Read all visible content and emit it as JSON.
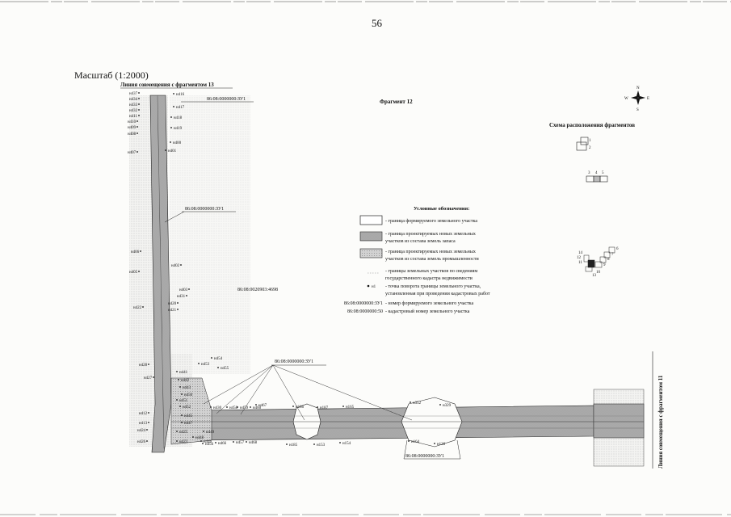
{
  "page_number": "56",
  "scale_label": "Масштаб (1:2000)",
  "fragment_title": "Фрагмент 12",
  "join_top": "Линия совмещения с фрагментом 13",
  "join_right": "Линия совмещения с фрагментом 11",
  "compass": {
    "n": "N",
    "s": "S",
    "e": "E",
    "w": "W"
  },
  "scheme": {
    "title": "Схема расположения фрагментов",
    "group1": [
      "1",
      "2"
    ],
    "group2": [
      "3",
      "4",
      "5"
    ],
    "group3": [
      "6",
      "7",
      "8",
      "9",
      "10",
      "11",
      "12",
      "13",
      "14"
    ]
  },
  "legend": {
    "title": "Условные обозначения:",
    "items": [
      {
        "key": "formed",
        "lines": [
          "- граница формируемого земельного участка"
        ]
      },
      {
        "key": "reserve",
        "lines": [
          "- граница проектируемых новых земельных",
          "участков из состава земель запаса"
        ]
      },
      {
        "key": "industry",
        "lines": [
          "- граница проектируемых новых земельных",
          "участков из состава земель промышленности"
        ]
      },
      {
        "key": "registry",
        "lines": [
          "- границы земельных участков по сведениям",
          "государственного кадастра недвижимости"
        ]
      },
      {
        "key": "point",
        "sample": "н1",
        "lines": [
          "- точка поворота границы земельного участка,",
          "установленная при проведении кадастровых работ"
        ]
      },
      {
        "key": "number",
        "sample": "86:08:0000000:ЗУ1",
        "lines": [
          "- номер формируемого земельного участка"
        ]
      },
      {
        "key": "cadnum",
        "sample": "86:08:0000000:50",
        "lines": [
          "- кадастровый номер земельного участка"
        ]
      }
    ]
  },
  "parcels": {
    "zu1_top": "86:08:0000000:ЗУ1",
    "zu1_mid": "86:08:0000000:ЗУ1",
    "zu1_right": "86:08:0000000:ЗУ1",
    "zu1_bottom": "86:08:0000000:ЗУ1",
    "cad_4698": "86:08:0020903:4698"
  },
  "points": {
    "top_left": [
      "н437",
      "н434",
      "н433",
      "н432",
      "н411",
      "н410",
      "н409",
      "н408",
      "н407"
    ],
    "top_right": [
      "н416",
      "н417",
      "н418",
      "н419",
      "н400",
      "н401"
    ],
    "mid": [
      "н406",
      "н405",
      "н402",
      "н403",
      "н431",
      "н420",
      "н422",
      "н421"
    ],
    "lower_left": [
      "н428",
      "н427",
      "н412",
      "н413",
      "н424",
      "н426"
    ],
    "lower_mid": [
      "н454",
      "н453",
      "н455",
      "н441",
      "н442",
      "н443",
      "н450",
      "н451",
      "н452",
      "н445",
      "н447",
      "н425",
      "н423",
      "н448",
      "н449",
      "н446",
      "н430",
      "н458",
      "н459",
      "н460",
      "н466",
      "н456",
      "н457",
      "н468",
      "н467"
    ],
    "bottom": [
      "н186",
      "н187",
      "н165",
      "н185",
      "н153",
      "н154",
      "н352",
      "н329",
      "н164",
      "н128"
    ]
  }
}
